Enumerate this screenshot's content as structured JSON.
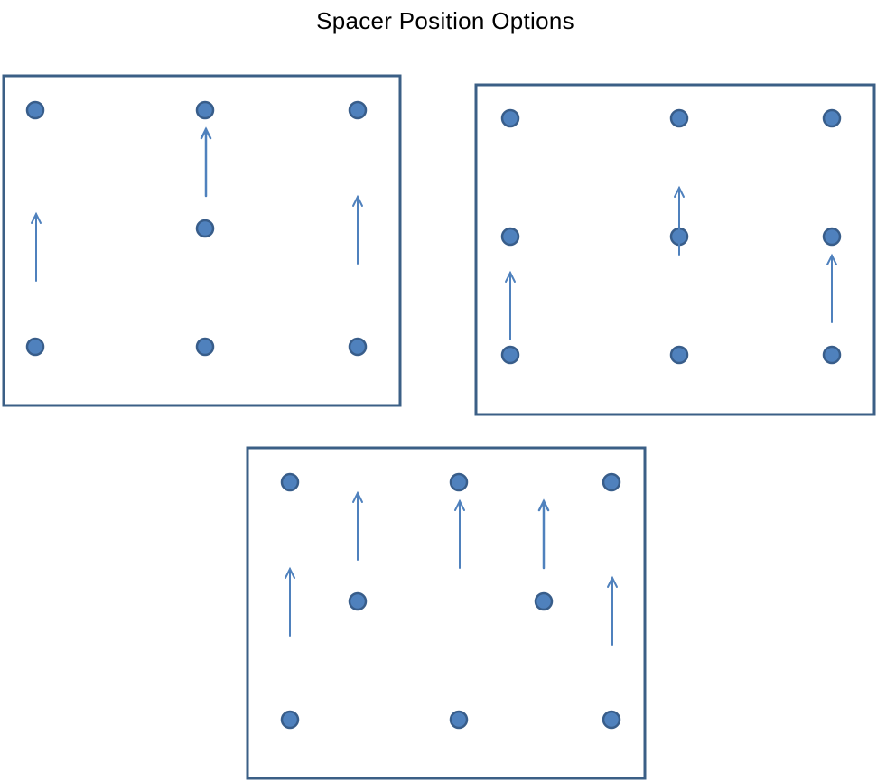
{
  "title": "Spacer Position Options",
  "colors": {
    "panel_border": "#3B5F86",
    "dot_fill": "#4F81BD",
    "dot_stroke": "#385D8A",
    "arrow": "#4F81BD"
  },
  "icons": {
    "dot": "spacer-dot",
    "arrow": "up-arrow"
  },
  "panels": [
    {
      "name": "option-1",
      "dot_count": 7,
      "arrow_count": 3
    },
    {
      "name": "option-2",
      "dot_count": 9,
      "arrow_count": 3
    },
    {
      "name": "option-3",
      "dot_count": 8,
      "arrow_count": 5
    }
  ]
}
